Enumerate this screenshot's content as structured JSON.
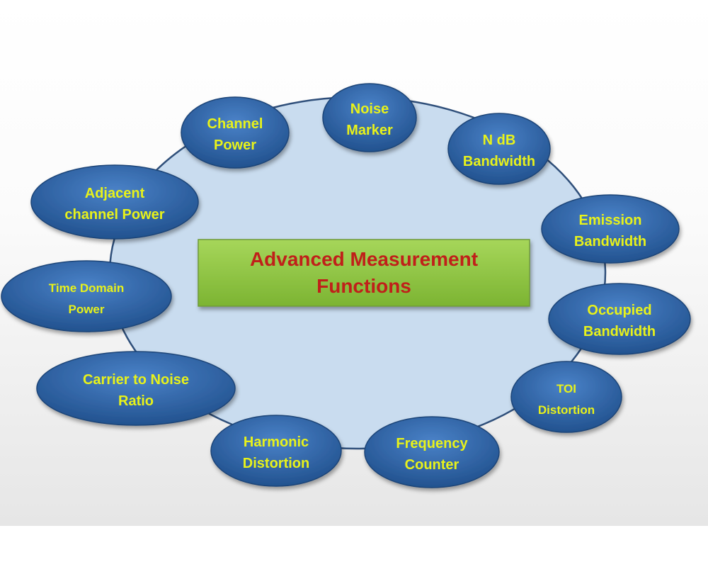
{
  "title": [
    "Advanced Measurement",
    "Functions"
  ],
  "nodes": [
    {
      "lines": [
        "Channel",
        "Power"
      ]
    },
    {
      "lines": [
        "Noise",
        "Marker"
      ]
    },
    {
      "lines": [
        "N dB",
        "Bandwidth"
      ]
    },
    {
      "lines": [
        "Emission",
        "Bandwidth"
      ]
    },
    {
      "lines": [
        "Occupied",
        "Bandwidth"
      ]
    },
    {
      "lines": [
        "TOI",
        "Distortion"
      ]
    },
    {
      "lines": [
        "Frequency",
        "Counter"
      ]
    },
    {
      "lines": [
        "Harmonic",
        "Distortion"
      ]
    },
    {
      "lines": [
        "Carrier to Noise",
        "Ratio"
      ]
    },
    {
      "lines": [
        "Time Domain",
        "Power"
      ]
    },
    {
      "lines": [
        "Adjacent",
        "channel Power"
      ]
    }
  ],
  "colors": {
    "node": "#2e62a8",
    "node_text": "#e8f21a",
    "hub": "#c8dbee",
    "title_box": "#8cc43c",
    "title_text": "#c0201a"
  }
}
